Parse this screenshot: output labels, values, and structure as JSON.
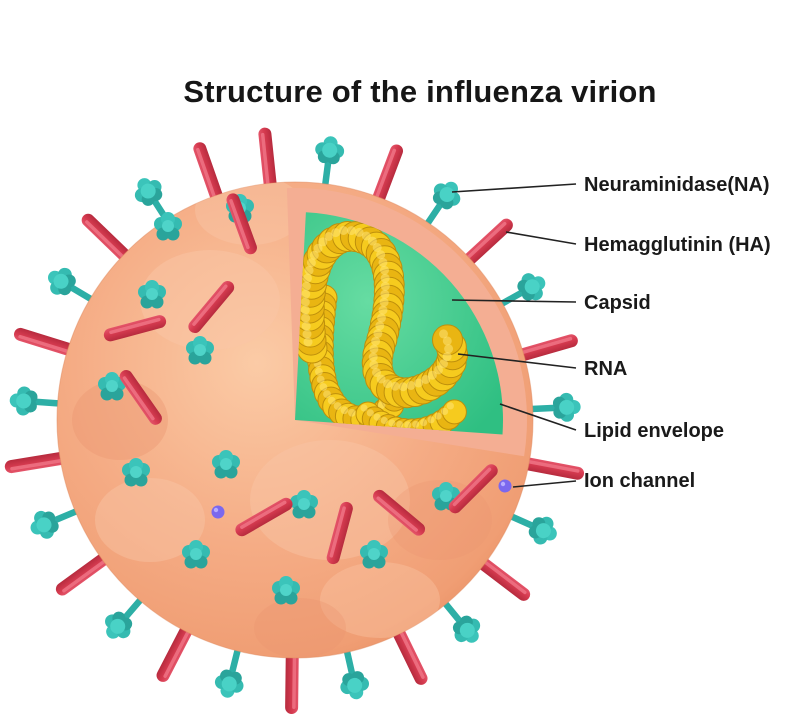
{
  "title": "Structure of the influenza virion",
  "labels": {
    "neuraminidase": "Neuraminidase(NA)",
    "hemagglutinin": "Hemagglutinin (HA)",
    "capsid": "Capsid",
    "rna": "RNA",
    "lipid_envelope": "Lipid envelope",
    "ion_channel": "Ion channel"
  },
  "colors": {
    "envelope_orange": "#F2A27E",
    "envelope_rim_pink": "#F4AE93",
    "capsid_green": "#3DC489",
    "rna_yellow": "#F2C41C",
    "neuraminidase_teal": "#35B9AF",
    "hemagglutinin_red": "#D63C50",
    "ion_channel_purple": "#7B68EE",
    "label_text": "#1A1A1A"
  }
}
